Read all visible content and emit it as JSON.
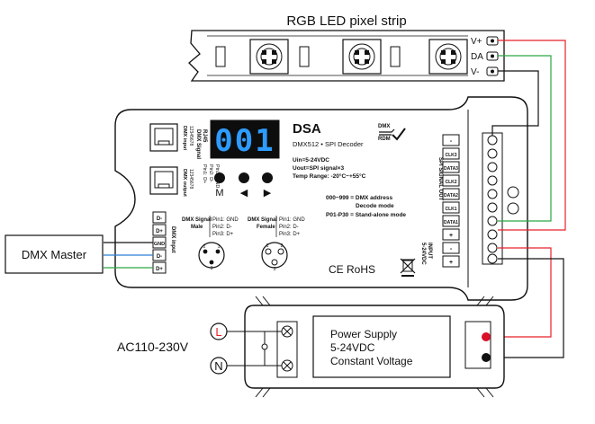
{
  "strip": {
    "title": "RGB LED pixel strip",
    "pins": [
      "V+",
      "DA",
      "V-"
    ]
  },
  "decoder": {
    "brand": "DSA",
    "subtitle": "DMX512 • SPI Decoder",
    "display": "001",
    "specs": [
      "Uin=5-24VDC",
      "Uout=SPI signal×3",
      "Temp Range: -20°C~+55°C"
    ],
    "modes": [
      "000~999 = DMX address",
      "Decode mode",
      "P01-P30 = Stand-alone mode"
    ],
    "dmx_logo": [
      "DMX",
      "RDM"
    ],
    "certs": "CE RoHS",
    "rj45_label": "DMX Signal\nRJ45",
    "rj45_in_label": "DMX input",
    "rj45_out_label": "DMX output",
    "rj45_pins": "Pin1: D+\nPin2: D-\nPin3: GND",
    "buttons": [
      "M",
      "◀",
      "▶"
    ],
    "xlr_male_label": "DMX Signal\nMale",
    "xlr_male_pins": "Pin1: GND\nPin2: D-\nPin3: D+",
    "xlr_female_label": "DMX Signal\nFemale",
    "xlr_female_pins": "Pin1: GND\nPin2: D-\nPin3: D+",
    "dmx_terminals": [
      "D-",
      "D+",
      "GND",
      "D-",
      "D+"
    ],
    "dmx_input_label": "DMX input",
    "spi_terminals": [
      "-",
      "CLK3",
      "DATA3",
      "CLK2",
      "DATA2",
      "CLK1",
      "DATA1",
      "+"
    ],
    "spi_label": "SPI SIGNAL OUT",
    "input_terminals": [
      "-",
      "+"
    ],
    "input_label": "INPUT\n5-24VDC"
  },
  "dmx_master": {
    "label": "DMX Master"
  },
  "power_supply": {
    "lines": [
      "Power Supply",
      "5-24VDC",
      "Constant Voltage"
    ],
    "ac_label": "AC110-230V",
    "l_label": "L",
    "n_label": "N"
  },
  "colors": {
    "red_wire": "#e8202a",
    "green_wire": "#2aa845",
    "blue_wire": "#2a7fd4",
    "display_digits": "#2e9cff"
  }
}
